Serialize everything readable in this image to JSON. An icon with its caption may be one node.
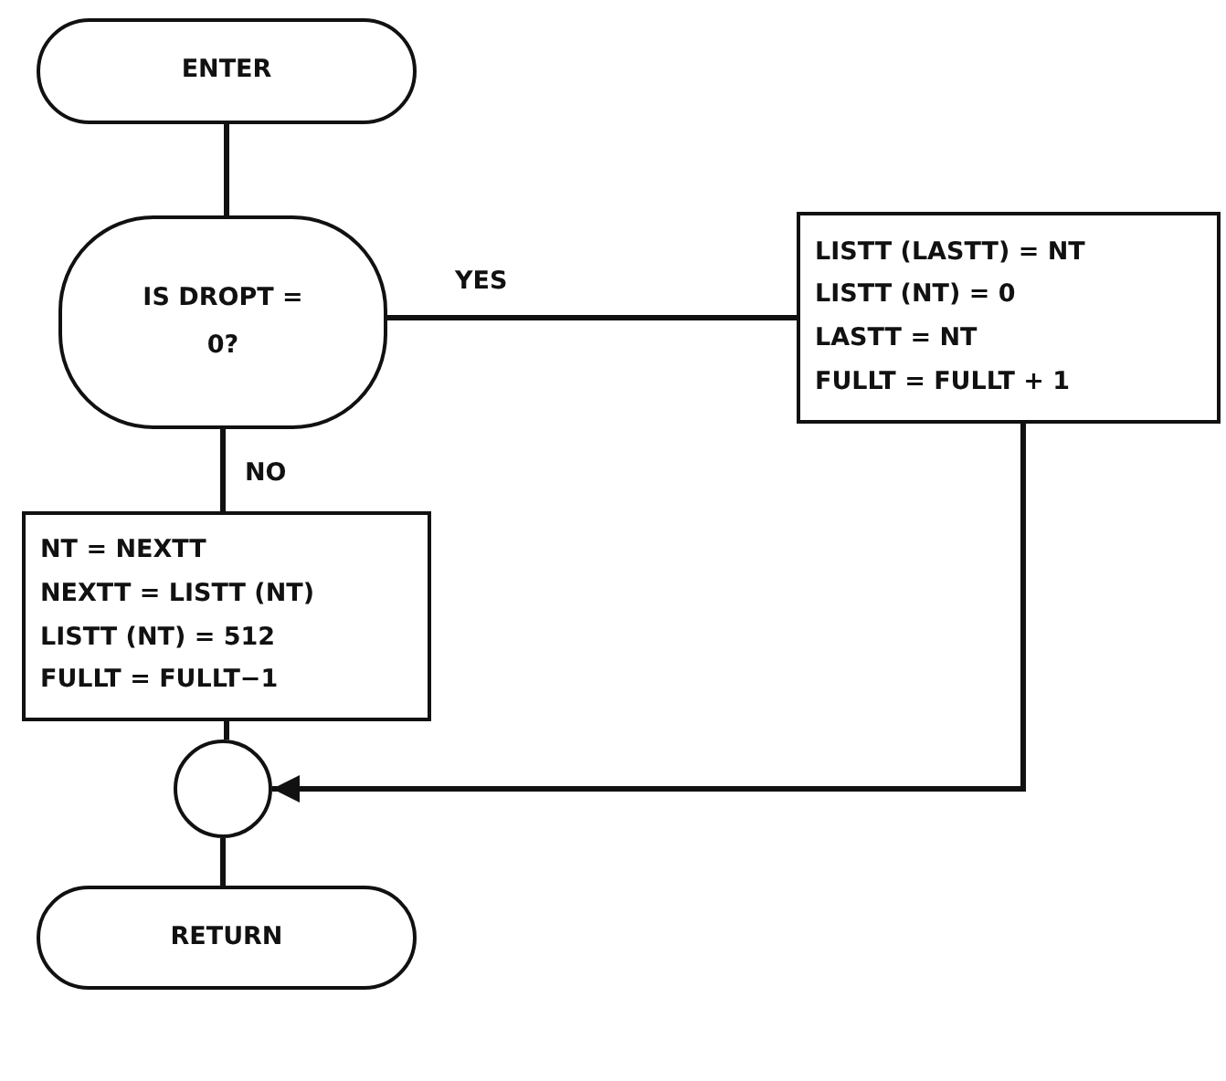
{
  "diagram": {
    "nodes": [
      {
        "text": [
          "ENTER"
        ]
      },
      {
        "text": [
          "IS DROPT = 0?"
        ]
      },
      {
        "text": [
          "LISTT (LASTT) = NT",
          "LISTT (NT) = 0",
          "LASTT = NT",
          "FULLT = FULLT + 1"
        ]
      },
      {
        "text": [
          "NT = NEXTT",
          "NEXTT = LISTT (NT)",
          "LISTT (NT) = 512",
          "FULLT = FULLT−1"
        ]
      },
      {
        "text": [],
        "shape": "circle"
      },
      {
        "text": [
          "RETURN"
        ]
      }
    ],
    "edges": [
      {
        "from": 0,
        "to": 1,
        "arrow": "none"
      },
      {
        "from": 1,
        "to": 2,
        "arrow": "none",
        "label": "YES"
      },
      {
        "from": 1,
        "to": 3,
        "arrow": "none",
        "label": "NO"
      },
      {
        "from": 3,
        "to": 4,
        "arrow": "none"
      },
      {
        "from": 2,
        "to": 4,
        "arrow": "to"
      },
      {
        "from": 4,
        "to": 5,
        "arrow": "none"
      }
    ]
  }
}
